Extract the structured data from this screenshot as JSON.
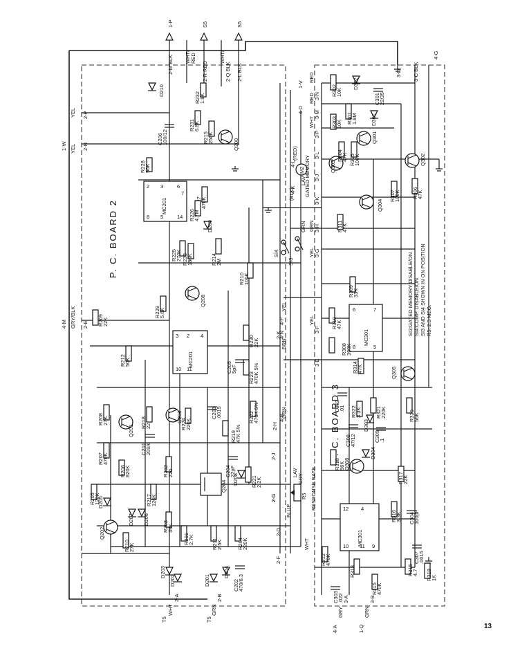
{
  "page_number": "13",
  "boards": {
    "board2": "P. C. BOARD 2",
    "board3": "P. C. BOARD 3"
  },
  "notes": [
    "SI3:GATED MEMORY DISABLE/ON",
    "SI4:COMP. DISABLE/ON",
    "SI3 AND SI4 SHOWN IN ON POSITION",
    "R5: 2.5 MEG."
  ],
  "top_connectors": [
    {
      "pin": "1-P"
    },
    {
      "pin": "S5"
    },
    {
      "pin": "S5"
    }
  ],
  "top_wire_labels": [
    "2-M BLK",
    "WHT/",
    "RED",
    "2-R RED",
    "WHT/",
    "2-Q BLK",
    "2-L BLK",
    "3-D",
    "3-C BLK",
    "4-G"
  ],
  "side_connectors": [
    {
      "pin": "1-W",
      "wire": "YEL",
      "pad": "2-N"
    },
    {
      "pin": "",
      "wire": "YEL",
      "pad": "2-P"
    },
    {
      "pin": "4-M",
      "wire": "GRY/BLK",
      "pad": "2-E"
    },
    {
      "pin": "T5",
      "wire": "WHT",
      "pad": "2-A"
    },
    {
      "pin": "T5",
      "wire": "GRN",
      "pad": "2-B"
    },
    {
      "pin": "4-A",
      "wire": "GRY",
      "pad": "3-A"
    },
    {
      "pin": "1-Q",
      "wire": "GRN",
      "pad": "3-B"
    }
  ],
  "right_connectors": [
    {
      "pin": "1-V",
      "wire": "RED",
      "pad": "3-N"
    },
    {
      "pin": "4-D",
      "wire": "RED",
      "pad": "3-M"
    },
    {
      "pin": "",
      "wire": "WHT",
      "pad": "3-P"
    },
    {
      "pin": "",
      "wire": "",
      "pad": "3-L"
    },
    {
      "pin": "",
      "wire": "",
      "pad": "3-J"
    },
    {
      "pin": "",
      "wire": "",
      "pad": "3-K"
    },
    {
      "pin": "",
      "wire": "GRN",
      "pad": "3-H"
    },
    {
      "pin": "",
      "wire": "YEL",
      "pad": "3-G"
    },
    {
      "pin": "",
      "wire": "YEL",
      "pad": "3-F"
    },
    {
      "pin": "",
      "wire": "",
      "pad": "3-E"
    }
  ],
  "interboard_wires": [
    "4-K",
    "4-L",
    "4-N",
    "4-B",
    "4-F",
    "2-K",
    "2-H",
    "2-J",
    "2-C",
    "2-G",
    "2-D",
    "2-F",
    "YEL",
    "BRN",
    "GRN",
    "LAV",
    "GRY",
    "BLUE",
    "WHT",
    "(RED)",
    "(BLK)",
    "LAV",
    "GRN"
  ],
  "meter": {
    "label": "M2",
    "caption": "GATED MEMORY"
  },
  "switches": [
    "SI4",
    "SI3"
  ],
  "pot_label": "R5",
  "response_rate": "RESPONSE RATE",
  "ics": [
    {
      "ref": "MC201",
      "pins": [
        "2",
        "3",
        "6",
        "7",
        "8",
        "5",
        "14"
      ]
    },
    {
      "ref": "MC201",
      "pins": [
        "3",
        "2",
        "4",
        "10",
        "11"
      ]
    },
    {
      "ref": "MC301",
      "pins": [
        "6",
        "7",
        "8",
        "5"
      ]
    },
    {
      "ref": "MC301",
      "pins": [
        "12",
        "4",
        "10",
        "11",
        "9"
      ]
    }
  ],
  "transistors": [
    "Q200",
    "Q208",
    "Q201",
    "Q203",
    "Q202",
    "Q204",
    "Q302",
    "Q303",
    "Q304",
    "Q301",
    "Q305",
    "Q306"
  ],
  "resistors": [
    {
      "ref": "R232",
      "value": "1.8K"
    },
    {
      "ref": "R231",
      "value": "6.8K"
    },
    {
      "ref": "R215",
      "value": "250K"
    },
    {
      "ref": "R228",
      "value": "56K"
    },
    {
      "ref": "R227",
      "value": "470K"
    },
    {
      "ref": "R226",
      "value": "4.7M"
    },
    {
      "ref": "R225",
      "value": "270K"
    },
    {
      "ref": "R233",
      "value": "180K"
    },
    {
      "ref": "R214",
      "value": "2M"
    },
    {
      "ref": "R210",
      "value": "100K"
    },
    {
      "ref": "R229",
      "value": "5.6K"
    },
    {
      "ref": "R209",
      "value": "22K"
    },
    {
      "ref": "R230",
      "value": "22K"
    },
    {
      "ref": "R223",
      "value": "470K 5%"
    },
    {
      "ref": "R212",
      "value": "50K"
    },
    {
      "ref": "R208",
      "value": "27K"
    },
    {
      "ref": "R218",
      "value": "22"
    },
    {
      "ref": "R224",
      "value": "220K"
    },
    {
      "ref": "R222",
      "value": "470K 5%"
    },
    {
      "ref": "R219",
      "value": "47K 5%"
    },
    {
      "ref": "R207",
      "value": "470K"
    },
    {
      "ref": "R206",
      "value": "820K"
    },
    {
      "ref": "R205",
      "value": "120K"
    },
    {
      "ref": "R217",
      "value": "120K"
    },
    {
      "ref": "R202",
      "value": "220"
    },
    {
      "ref": "R221",
      "value": "2.2K"
    },
    {
      "ref": "R203",
      "value": "39K"
    },
    {
      "ref": "R201",
      "value": "2.7K"
    },
    {
      "ref": "R211",
      "value": "2.5K"
    },
    {
      "ref": "R204",
      "value": "220K"
    },
    {
      "ref": "R210",
      "value": "27K"
    },
    {
      "ref": "R302",
      "value": "10K"
    },
    {
      "ref": "R303",
      "value": "10K"
    },
    {
      "ref": "R301",
      "value": "1.8M"
    },
    {
      "ref": "R304",
      "value": "47K"
    },
    {
      "ref": "R305",
      "value": "100K"
    },
    {
      "ref": "R307",
      "value": "100K"
    },
    {
      "ref": "R306",
      "value": "47K"
    },
    {
      "ref": "R311",
      "value": "47K"
    },
    {
      "ref": "R309",
      "value": "33K"
    },
    {
      "ref": "R310",
      "value": "47K"
    },
    {
      "ref": "R308",
      "value": "390K"
    },
    {
      "ref": "R314",
      "value": "47K"
    },
    {
      "ref": "R322",
      "value": "3.3K"
    },
    {
      "ref": "R321",
      "value": "220K"
    },
    {
      "ref": "R320",
      "value": "56K"
    },
    {
      "ref": "R319",
      "value": "56K"
    },
    {
      "ref": "R317",
      "value": "22K"
    },
    {
      "ref": "R316",
      "value": "3.3K"
    },
    {
      "ref": "R312",
      "value": "470K"
    },
    {
      "ref": "R313",
      "value": ""
    },
    {
      "ref": "R315",
      "value": "470K"
    },
    {
      "ref": "R315",
      "value": "4.7"
    },
    {
      "ref": "R318",
      "value": "1K"
    }
  ],
  "capacitors": [
    {
      "ref": "C206",
      "value": "100/12"
    },
    {
      "ref": "C205",
      "value": "5pF"
    },
    {
      "ref": "C203",
      "value": ".0015"
    },
    {
      "ref": "C201",
      "value": "200/6"
    },
    {
      "ref": "C204",
      "value": "22pF"
    },
    {
      "ref": "C202",
      "value": "470/6.3"
    },
    {
      "ref": "C301",
      "value": "22/35"
    },
    {
      "ref": "C302",
      "value": ".01"
    },
    {
      "ref": "C308",
      "value": "47/12"
    },
    {
      "ref": "C305",
      "value": ".1"
    },
    {
      "ref": "C304",
      "value": "100pF"
    },
    {
      "ref": "C307",
      "value": ".0015"
    },
    {
      "ref": "C303",
      "value": ".022"
    }
  ],
  "diodes": [
    "D210",
    "D209",
    "D205",
    "D207",
    "D206",
    "D208",
    "D203",
    "D202",
    "D201",
    "D204",
    "D302",
    "D301",
    "D303",
    "D304"
  ]
}
